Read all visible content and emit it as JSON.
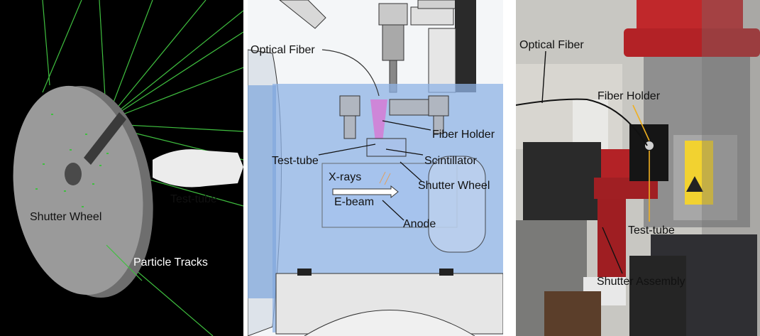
{
  "panel_sim": {
    "labels": {
      "test_tube": "Test-tube",
      "shutter_wheel": "Shutter Wheel",
      "particle_tracks": "Particle Tracks"
    }
  },
  "panel_cad": {
    "labels": {
      "optical_fiber": "Optical Fiber",
      "fiber_holder": "Fiber Holder",
      "test_tube": "Test-tube",
      "scintillator": "Scintillator",
      "x_rays": "X-rays",
      "shutter_wheel": "Shutter Wheel",
      "e_beam": "E-beam",
      "anode": "Anode"
    }
  },
  "panel_photo": {
    "labels": {
      "optical_fiber": "Optical Fiber",
      "fiber_holder": "Fiber Holder",
      "test_tube": "Test-tube",
      "shutter_assembly": "Shutter Assembly"
    }
  },
  "colors": {
    "track_green": "#3fbf3f",
    "housing_red": "#c0282b",
    "cad_blue": "#8fb3e6"
  }
}
